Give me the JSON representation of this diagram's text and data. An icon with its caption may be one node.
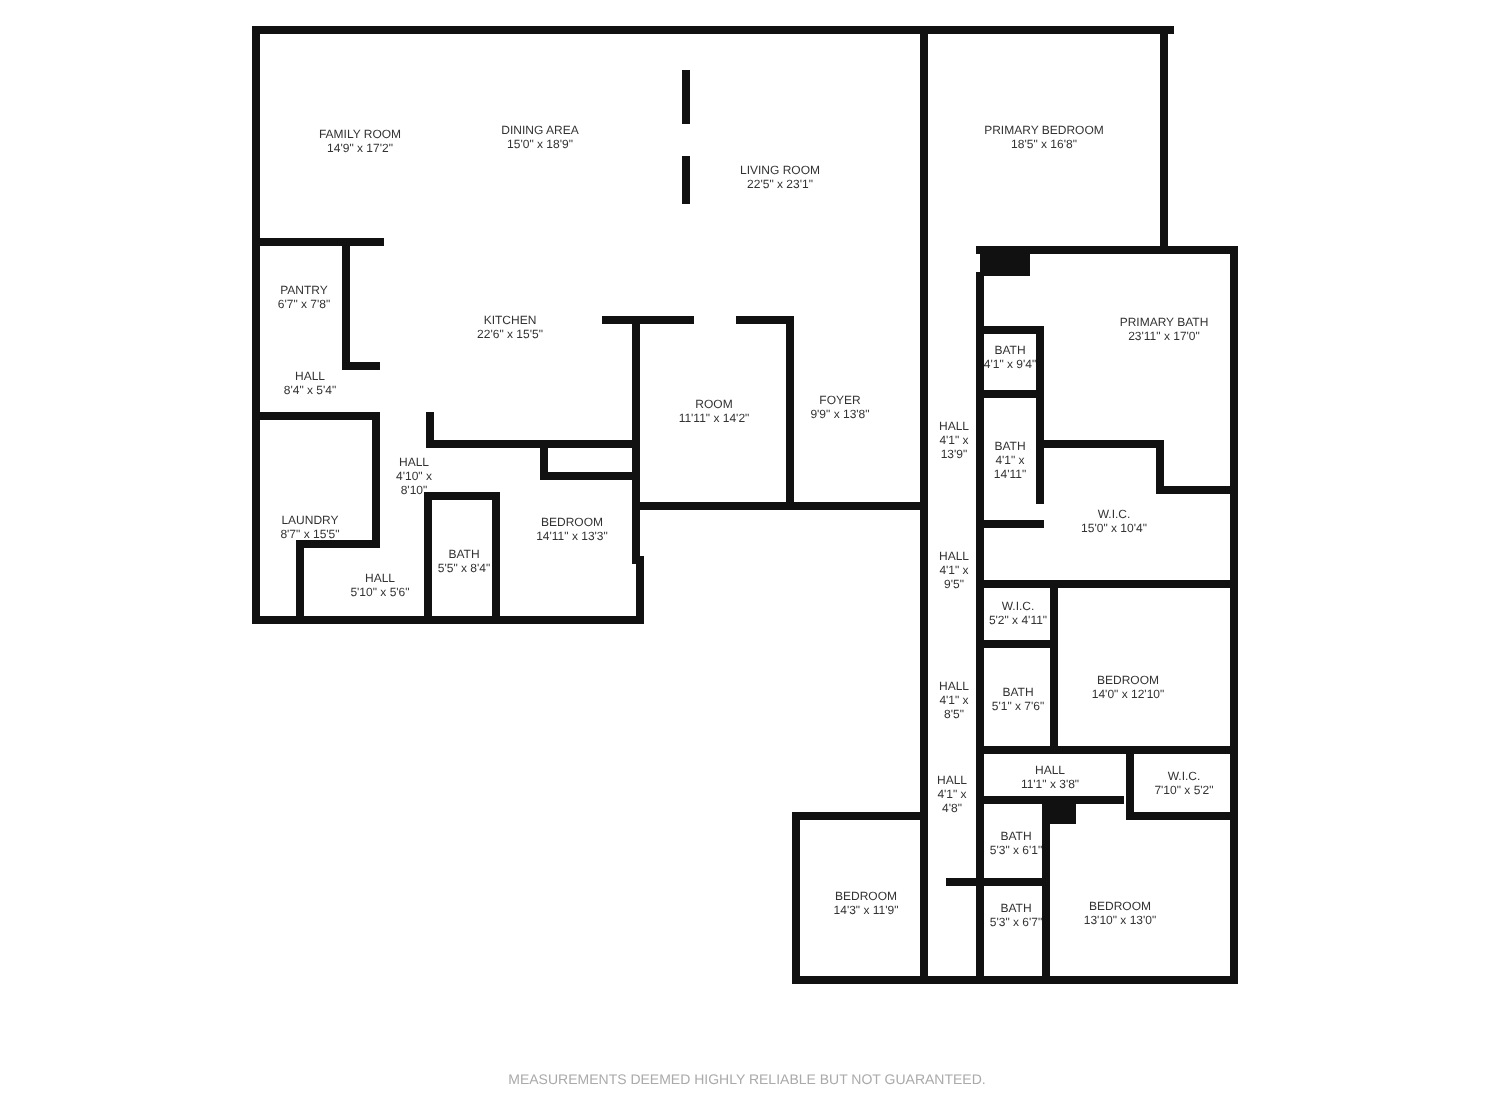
{
  "diagram": {
    "caption": "MEASUREMENTS DEEMED HIGHLY RELIABLE BUT NOT GUARANTEED.",
    "nodes": [
      {
        "text": [
          "PRIMARY BEDROOM",
          "18'5\" x 16'8\""
        ]
      },
      {
        "text": [
          "DINING AREA",
          "15'0\" x 18'9\""
        ]
      },
      {
        "text": [
          "FAMILY ROOM",
          "14'9\" x 17'2\""
        ]
      },
      {
        "text": [
          "LIVING ROOM",
          "22'5\" x 23'1\""
        ]
      },
      {
        "text": [
          "PANTRY",
          "6'7\" x 7'8\""
        ]
      },
      {
        "text": [
          "KITCHEN",
          "22'6\" x 15'5\""
        ]
      },
      {
        "text": [
          "PRIMARY BATH",
          "23'11\" x 17'0\""
        ]
      },
      {
        "text": [
          "BATH",
          "4'1\" x 9'4\""
        ]
      },
      {
        "text": [
          "HALL",
          "8'4\" x 5'4\""
        ]
      },
      {
        "text": [
          "FOYER",
          "9'9\" x 13'8\""
        ]
      },
      {
        "text": [
          "ROOM",
          "11'11\" x 14'2\""
        ]
      },
      {
        "text": [
          "HALL",
          "4'1\" x 13'9\""
        ]
      },
      {
        "text": [
          "BATH",
          "4'1\" x 14'11\""
        ]
      },
      {
        "text": [
          "HALL",
          "4'10\" x 8'10\""
        ]
      },
      {
        "text": [
          "W.I.C.",
          "15'0\" x 10'4\""
        ]
      },
      {
        "text": [
          "LAUNDRY",
          "8'7\" x 15'5\""
        ]
      },
      {
        "text": [
          "BEDROOM",
          "14'11\" x 13'3\""
        ]
      },
      {
        "text": [
          "BATH",
          "5'5\" x 8'4\""
        ]
      },
      {
        "text": [
          "HALL",
          "4'1\" x 9'5\""
        ]
      },
      {
        "text": [
          "HALL",
          "5'10\" x 5'6\""
        ]
      },
      {
        "text": [
          "W.I.C.",
          "5'2\" x 4'11\""
        ]
      },
      {
        "text": [
          "BEDROOM",
          "14'0\" x 12'10\""
        ]
      },
      {
        "text": [
          "HALL",
          "4'1\" x 8'5\""
        ]
      },
      {
        "text": [
          "BATH",
          "5'1\" x 7'6\""
        ]
      },
      {
        "text": [
          "HALL",
          "11'1\" x 3'8\""
        ]
      },
      {
        "text": [
          "W.I.C.",
          "7'10\" x 5'2\""
        ]
      },
      {
        "text": [
          "HALL",
          "4'1\" x 4'8\""
        ]
      },
      {
        "text": [
          "BATH",
          "5'3\" x 6'1\""
        ]
      },
      {
        "text": [
          "BEDROOM",
          "14'3\" x 11'9\""
        ]
      },
      {
        "text": [
          "BEDROOM",
          "13'10\" x 13'0\""
        ]
      },
      {
        "text": [
          "BATH",
          "5'3\" x 6'7\""
        ]
      }
    ]
  }
}
